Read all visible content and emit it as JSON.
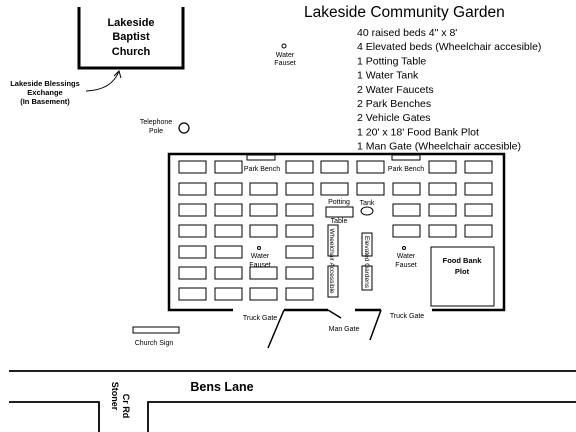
{
  "title": "Lakeside Community Garden",
  "legend": [
    "40 raised beds  4\" x 8'",
    "4 Elevated beds (Wheelchair  accesible)",
    "1 Potting Table",
    "1 Water  Tank",
    "2 Water Faucets",
    "2 Park Benches",
    "2 Vehicle Gates",
    "1 20' x 18' Food Bank Plot",
    "1 Man Gate (Wheelchair accesible)"
  ],
  "church": {
    "line1": "Lakeside",
    "line2": "Baptist",
    "line3": "Church"
  },
  "exchange": {
    "line1": "Lakeside Blessings",
    "line2": "Exchange",
    "line3": "(In Basement)"
  },
  "water_faucet_top": {
    "line1": "Water",
    "line2": "Fauset"
  },
  "telephone_pole": {
    "line1": "Telephone",
    "line2": "Pole"
  },
  "park_bench_label": "Park Bench",
  "potting": {
    "line1": "Potting",
    "line2": "Table"
  },
  "tank_label": "Tank",
  "wheelchair_label": "Wheelchair Accessible",
  "elevated_label": "Elevated Gardens",
  "water_faucet": {
    "line1": "Water",
    "line2": "Fauset"
  },
  "food_bank": {
    "line1": "Food Bank",
    "line2": "Plot"
  },
  "truck_gate_label": "Truck Gate",
  "man_gate_label": "Man Gate",
  "church_sign_label": "Church Sign",
  "bens_lane": "Bens Lane",
  "stoner": {
    "line1": "Stoner",
    "line2": "Cr Rd"
  }
}
